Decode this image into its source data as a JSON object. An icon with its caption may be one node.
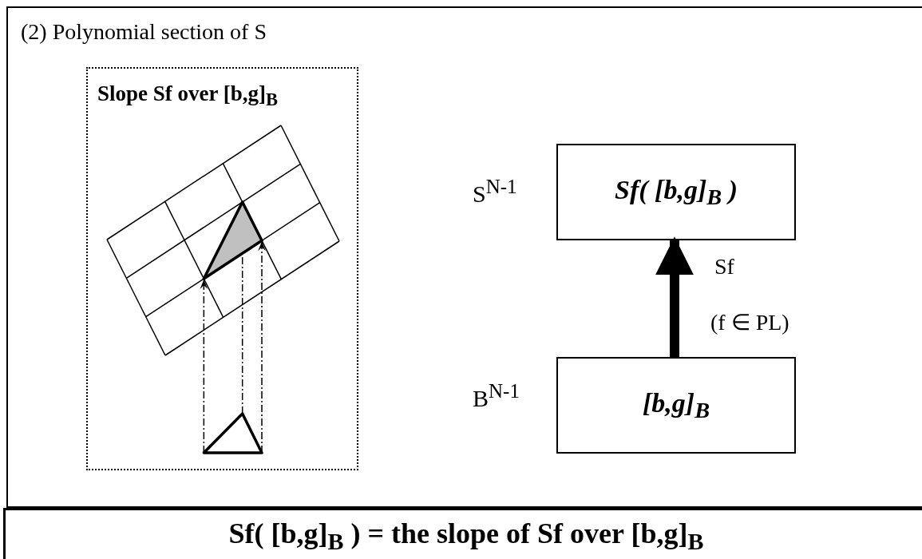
{
  "diagram": {
    "nodes": [
      {
        "text": [
          "(2) Polynomial section of S"
        ]
      },
      {
        "text": [
          "Slope Sf over [b,g]$_{B}$"
        ],
        "in": 0
      },
      {
        "text": [
          "Sf( [b,g]$_{B}$ )"
        ],
        "beside": [
          "S$^{N-1}$"
        ],
        "in": 0
      },
      {
        "text": [
          "[b,g]$_{B}$"
        ],
        "beside": [
          "B$^{N-1}$"
        ],
        "in": 0
      },
      {
        "text": [
          "Sf( [b,g]$_{B}$ ) = the slope of Sf over [b,g]$_{B}$"
        ]
      }
    ],
    "edges": [
      {
        "from": 3,
        "to": 2,
        "arrow": "to",
        "label": "Sf"
      }
    ],
    "labels": [
      "(f ∈ PL)"
    ]
  }
}
